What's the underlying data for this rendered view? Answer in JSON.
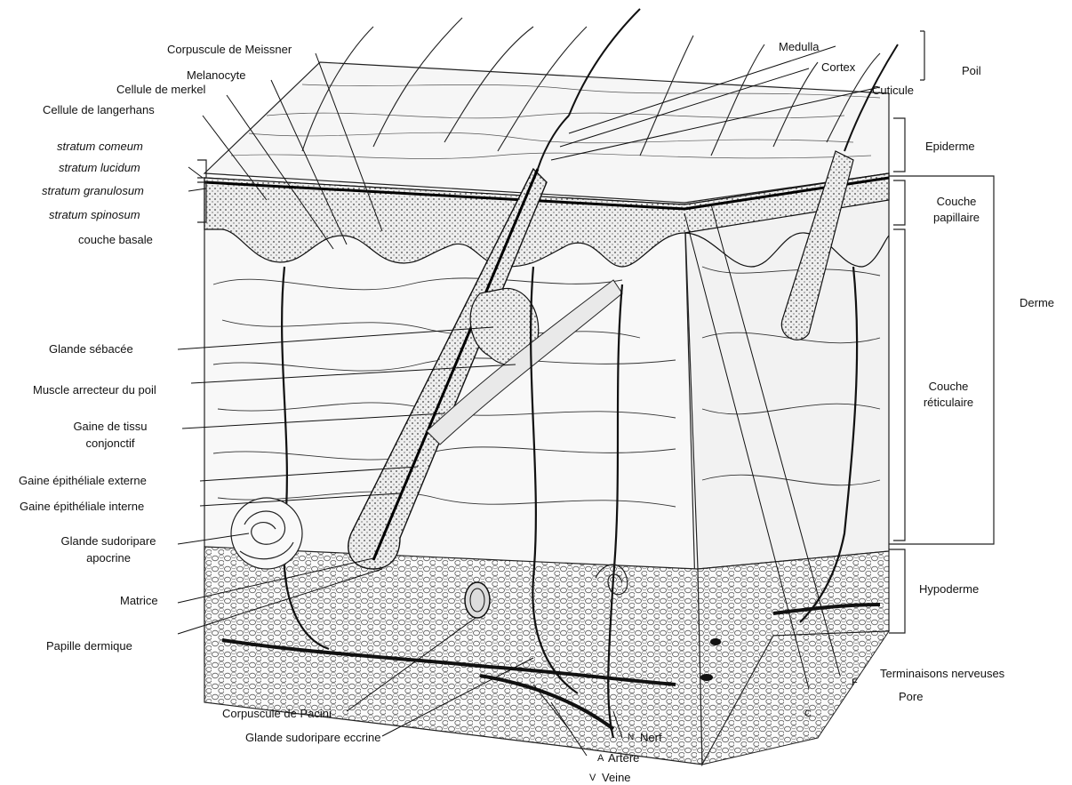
{
  "left_labels": {
    "meissner": "Corpuscule de Meissner",
    "melanocyte": "Melanocyte",
    "merkel": "Cellule de merkel",
    "langerhans": "Cellule de langerhans",
    "corneum": "stratum comeum",
    "lucidum": "stratum lucidum",
    "granulosum": "stratum granulosum",
    "spinosum": "stratum spinosum",
    "basale": "couche basale",
    "sebacee": "Glande sébacée",
    "arrecteur": "Muscle arrecteur du poil",
    "gaine_tissu_1": "Gaine de tissu",
    "gaine_tissu_2": "conjonctif",
    "gaine_externe": "Gaine épithéliale externe",
    "gaine_interne": "Gaine épithéliale interne",
    "apocrine_1": "Glande sudoripare",
    "apocrine_2": "apocrine",
    "matrice": "Matrice",
    "papille": "Papille dermique"
  },
  "bottom_labels": {
    "pacini": "Corpuscule de Pacini",
    "eccrine": "Glande sudoripare eccrine",
    "nerf": "Nerf",
    "artere": "Artére",
    "veine": "Veine",
    "terminaisons": "Terminaisons nerveuses",
    "pore": "Pore"
  },
  "right_labels": {
    "medulla": "Medulla",
    "cortex": "Cortex",
    "cuticule": "Cuticule",
    "poil": "Poil",
    "epiderme": "Epiderme",
    "couche_pap_1": "Couche",
    "couche_pap_2": "papillaire",
    "derme": "Derme",
    "couche_ret_1": "Couche",
    "couche_ret_2": "réticulaire",
    "hypoderme": "Hypoderme"
  },
  "markers": {
    "n": "N",
    "a": "A",
    "v": "V",
    "c": "C",
    "f": "F"
  },
  "colors": {
    "ink": "#111111",
    "background": "#ffffff",
    "tissue": "#f4f4f4"
  }
}
